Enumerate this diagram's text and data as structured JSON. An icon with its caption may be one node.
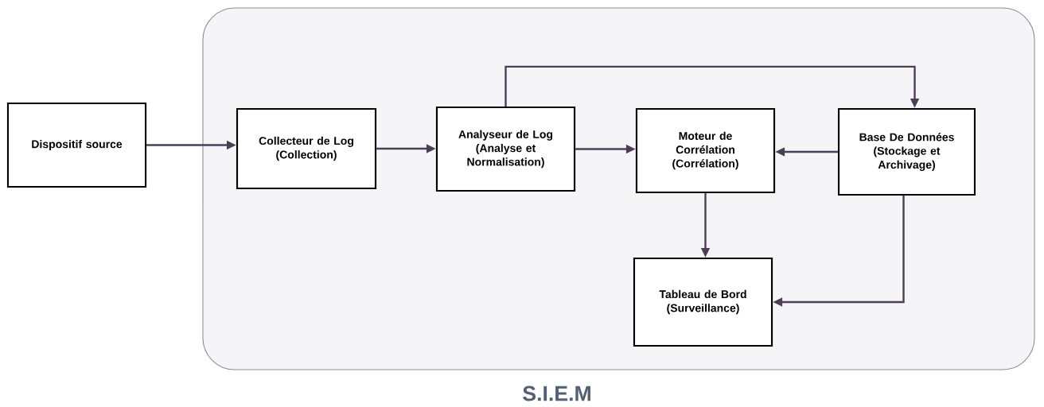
{
  "diagram": {
    "nodes": [
      {
        "text": [
          "Dispositif source"
        ]
      },
      {
        "text": [
          "S.I.E.M"
        ]
      },
      {
        "text": [
          "Collecteur de Log",
          "(Collection)"
        ],
        "in": 1
      },
      {
        "text": [
          "Analyseur de Log",
          "(Analyse et Normalisation)"
        ],
        "in": 1
      },
      {
        "text": [
          "Moteur de Corrélation",
          "(Corrélation)"
        ],
        "in": 1
      },
      {
        "text": [
          "Base De Données",
          "(Stockage et Archivage)"
        ],
        "in": 1
      },
      {
        "text": [
          "Tableau de Bord",
          "(Surveillance)"
        ],
        "in": 1
      }
    ],
    "edges": [
      {
        "from": 0,
        "to": 2,
        "arrow": "to"
      },
      {
        "from": 2,
        "to": 3,
        "arrow": "to"
      },
      {
        "from": 3,
        "to": 4,
        "arrow": "to"
      },
      {
        "from": 3,
        "to": 5,
        "arrow": "to"
      },
      {
        "from": 5,
        "to": 4,
        "arrow": "to"
      },
      {
        "from": 4,
        "to": 6,
        "arrow": "to"
      },
      {
        "from": 5,
        "to": 6,
        "arrow": "to"
      }
    ]
  }
}
